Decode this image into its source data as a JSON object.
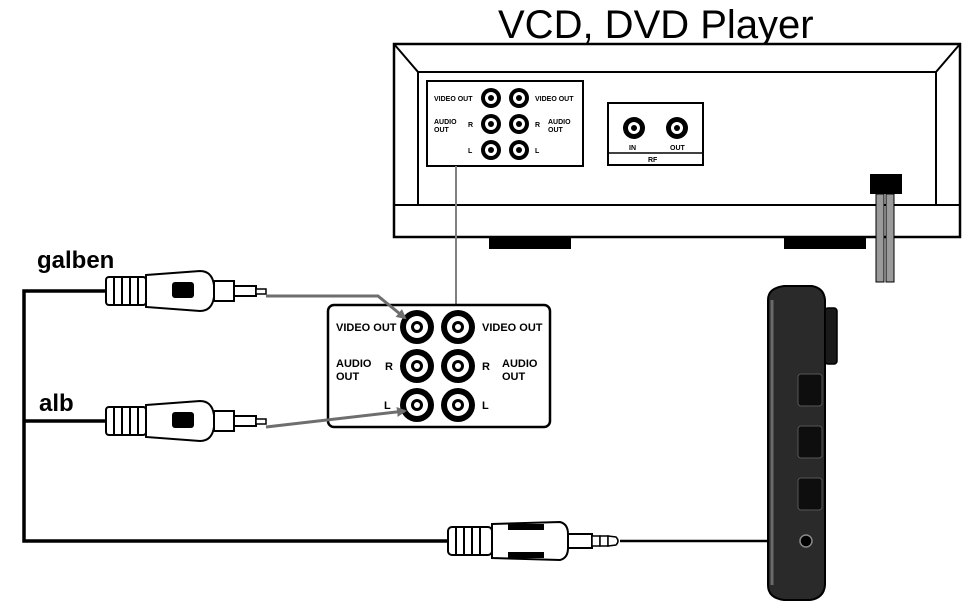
{
  "title": "VCD, DVD Player",
  "cable_labels": {
    "yellow": "galben",
    "white": "alb"
  },
  "small_panel": {
    "video_out_left": "VIDEO OUT",
    "video_out_right": "VIDEO OUT",
    "audio_left": "AUDIO",
    "audio_left_2": "OUT",
    "audio_right": "AUDIO",
    "audio_right_2": "OUT",
    "r_left": "R",
    "r_right": "R",
    "l_left": "L",
    "l_right": "L"
  },
  "rf_panel": {
    "in": "IN",
    "out": "OUT",
    "label": "RF"
  },
  "big_panel": {
    "video_out_left": "VIDEO OUT",
    "video_out_right": "VIDEO OUT",
    "audio_left": "AUDIO",
    "audio_left_2": "OUT",
    "audio_right": "AUDIO",
    "audio_right_2": "OUT",
    "r_left": "R",
    "r_right": "R",
    "l_left": "L",
    "l_right": "L"
  },
  "colors": {
    "ink": "#000000",
    "grey_line": "#808080",
    "device_body": "#2a2a2a"
  }
}
